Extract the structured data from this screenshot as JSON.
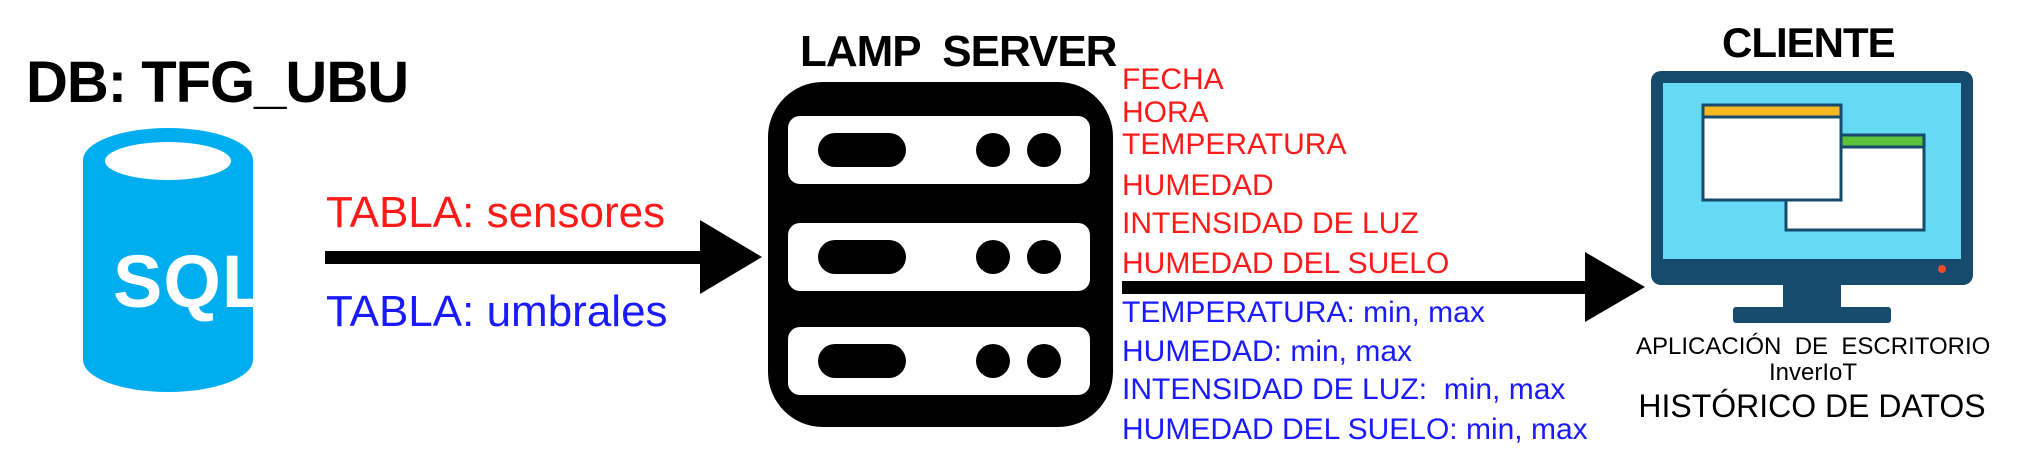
{
  "db": {
    "title": "DB: TFG_UBU",
    "icon_label": "SQL",
    "tables": {
      "sensores": "TABLA: sensores",
      "umbrales": "TABLA: umbrales"
    }
  },
  "server": {
    "title": "LAMP  SERVER"
  },
  "fields": {
    "sensores": [
      "FECHA",
      "HORA",
      "TEMPERATURA",
      "HUMEDAD",
      "INTENSIDAD DE LUZ",
      "HUMEDAD DEL SUELO"
    ],
    "umbrales": [
      "TEMPERATURA: min, max",
      "HUMEDAD: min, max",
      "INTENSIDAD DE LUZ:  min, max",
      "HUMEDAD DEL SUELO: min, max"
    ]
  },
  "client": {
    "title": "CLIENTE",
    "app_line1": "APLICACIÓN  DE  ESCRITORIO",
    "app_line2": "InverIoT",
    "app_line3": "HISTÓRICO DE DATOS"
  },
  "colors": {
    "sensores": "#ff1a1a",
    "umbrales": "#1a1aff",
    "db_icon": "#00aeef",
    "monitor_frame": "#164b6e",
    "monitor_screen": "#66d9f5",
    "window_bar_yellow": "#f5b820",
    "window_bar_green": "#5cc23a"
  },
  "icons": {
    "database": "database-icon",
    "server": "server-rack-icon",
    "client": "desktop-monitor-icon"
  }
}
